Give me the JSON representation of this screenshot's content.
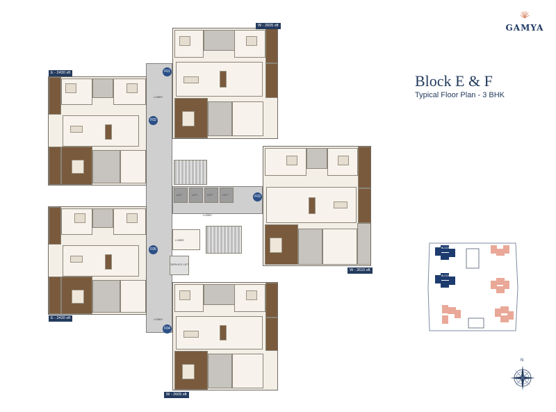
{
  "brand": {
    "name": "GAMYA",
    "color": "#243b5e"
  },
  "title": "Block E & F",
  "subtitle": "Typical Floor Plan - 3 BHK",
  "units": [
    {
      "tag": "E - 2430 sft",
      "flat": "F02"
    },
    {
      "tag": "W - 2605 sft",
      "flat": "F01"
    },
    {
      "tag": "W - 2610 sft",
      "flat": "F03"
    },
    {
      "tag": "E - 2430 sft",
      "flat": "F05"
    },
    {
      "tag": "W - 2605 sft",
      "flat": "F04"
    }
  ],
  "core_labels": [
    "LOBBY",
    "LOBBY",
    "LIFT",
    "LIFT",
    "LIFT",
    "LIFT",
    "SERVICE LIFT",
    "LOBBY",
    "LOBBY"
  ],
  "keyplan": {
    "blocks": [
      "BLOCK E",
      "BLOCK F"
    ],
    "highlight_color": "#1d3b6e",
    "other_color": "#e9a898"
  },
  "compass": {
    "north": "N",
    "icon": "compass-rose-icon"
  }
}
